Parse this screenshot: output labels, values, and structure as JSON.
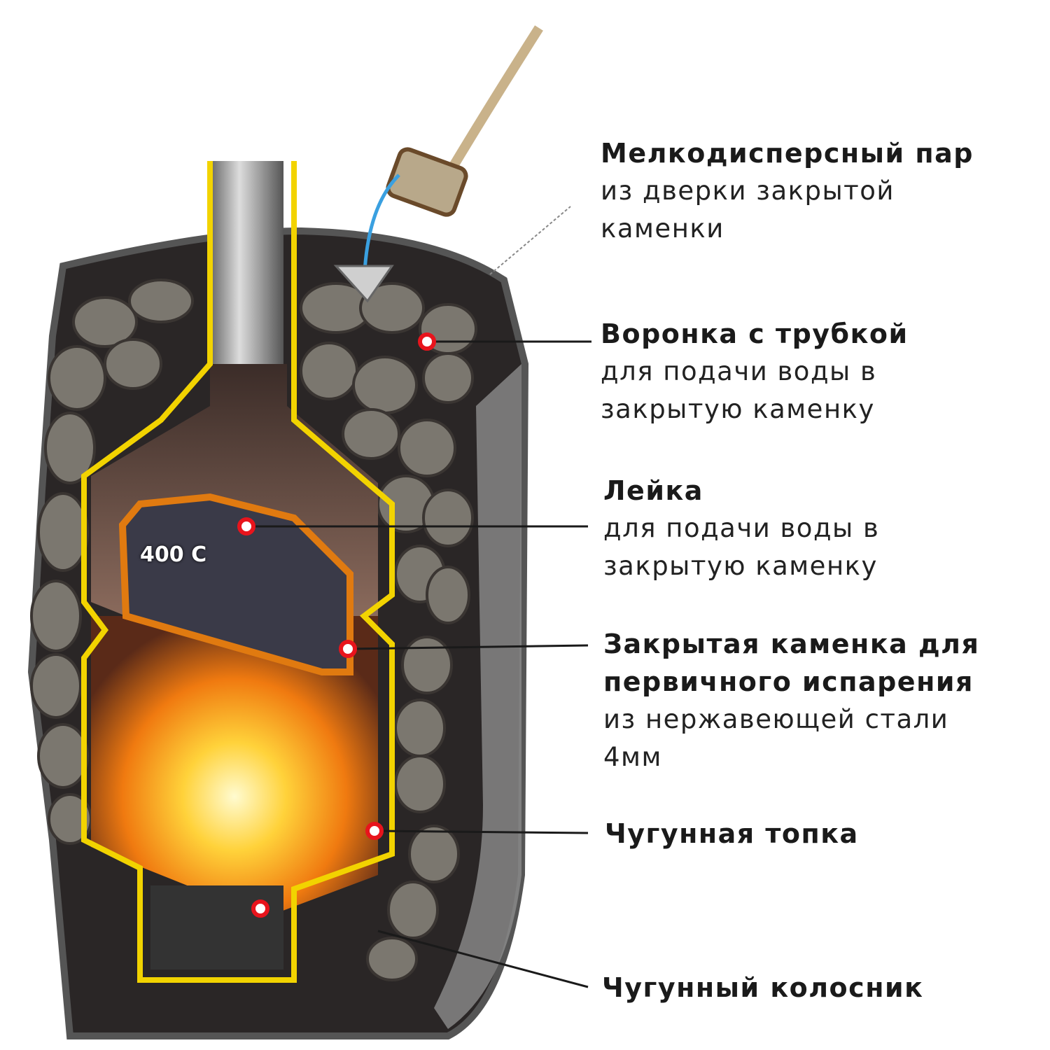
{
  "colors": {
    "frame": "#f2d300",
    "chamber": "#e07a10",
    "stone": "#7b776f",
    "marker": "#e8141c"
  },
  "diagram_temp": "400 C",
  "labels": [
    {
      "title": "Мелкодисперсный пар",
      "desc": [
        "из дверки закрытой",
        "каменки"
      ]
    },
    {
      "title": "Воронка с трубкой",
      "desc": [
        "для подачи воды в",
        "закрытую каменку"
      ]
    },
    {
      "title": "Лейка",
      "desc": [
        "для подачи воды в",
        "закрытую каменку"
      ]
    },
    {
      "title": "Закрытая каменка для",
      "title2": "первичного испарения",
      "desc": [
        "из нержавеющей стали",
        "4мм"
      ]
    },
    {
      "title": "Чугунная топка",
      "desc": []
    },
    {
      "title": "Чугунный колосник",
      "desc": []
    }
  ]
}
